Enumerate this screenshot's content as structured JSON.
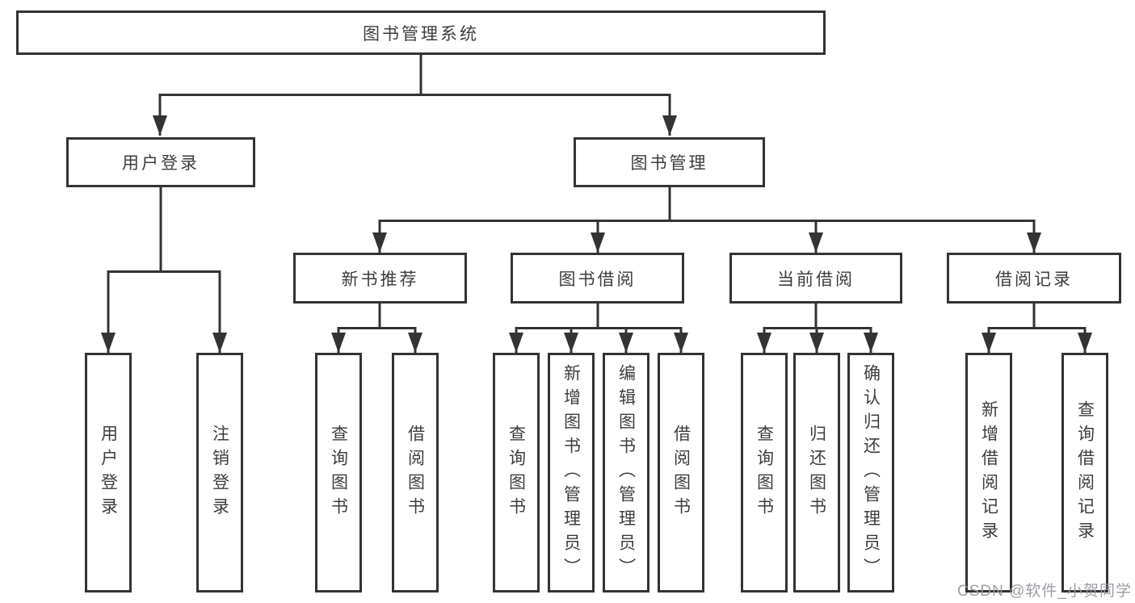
{
  "tree": {
    "root": "图书管理系统",
    "branches": [
      {
        "label": "用户登录",
        "children": [
          "用户登录",
          "注销登录"
        ]
      },
      {
        "label": "图书管理",
        "children": [
          {
            "label": "新书推荐",
            "children": [
              "查询图书",
              "借阅图书"
            ]
          },
          {
            "label": "图书借阅",
            "children": [
              "查询图书",
              "新增图书（管理员）",
              "编辑图书（管理员）",
              "借阅图书"
            ]
          },
          {
            "label": "当前借阅",
            "children": [
              "查询图书",
              "归还图书",
              "确认归还（管理员）"
            ]
          },
          {
            "label": "借阅记录",
            "children": [
              "新增借阅记录",
              "查询借阅记录"
            ]
          }
        ]
      }
    ]
  },
  "watermark": "CSDN @软件_小贺同学",
  "colors": {
    "line": "#333333",
    "text": "#3d3d3d",
    "watermark": "#96999e",
    "background": "#ffffff"
  }
}
